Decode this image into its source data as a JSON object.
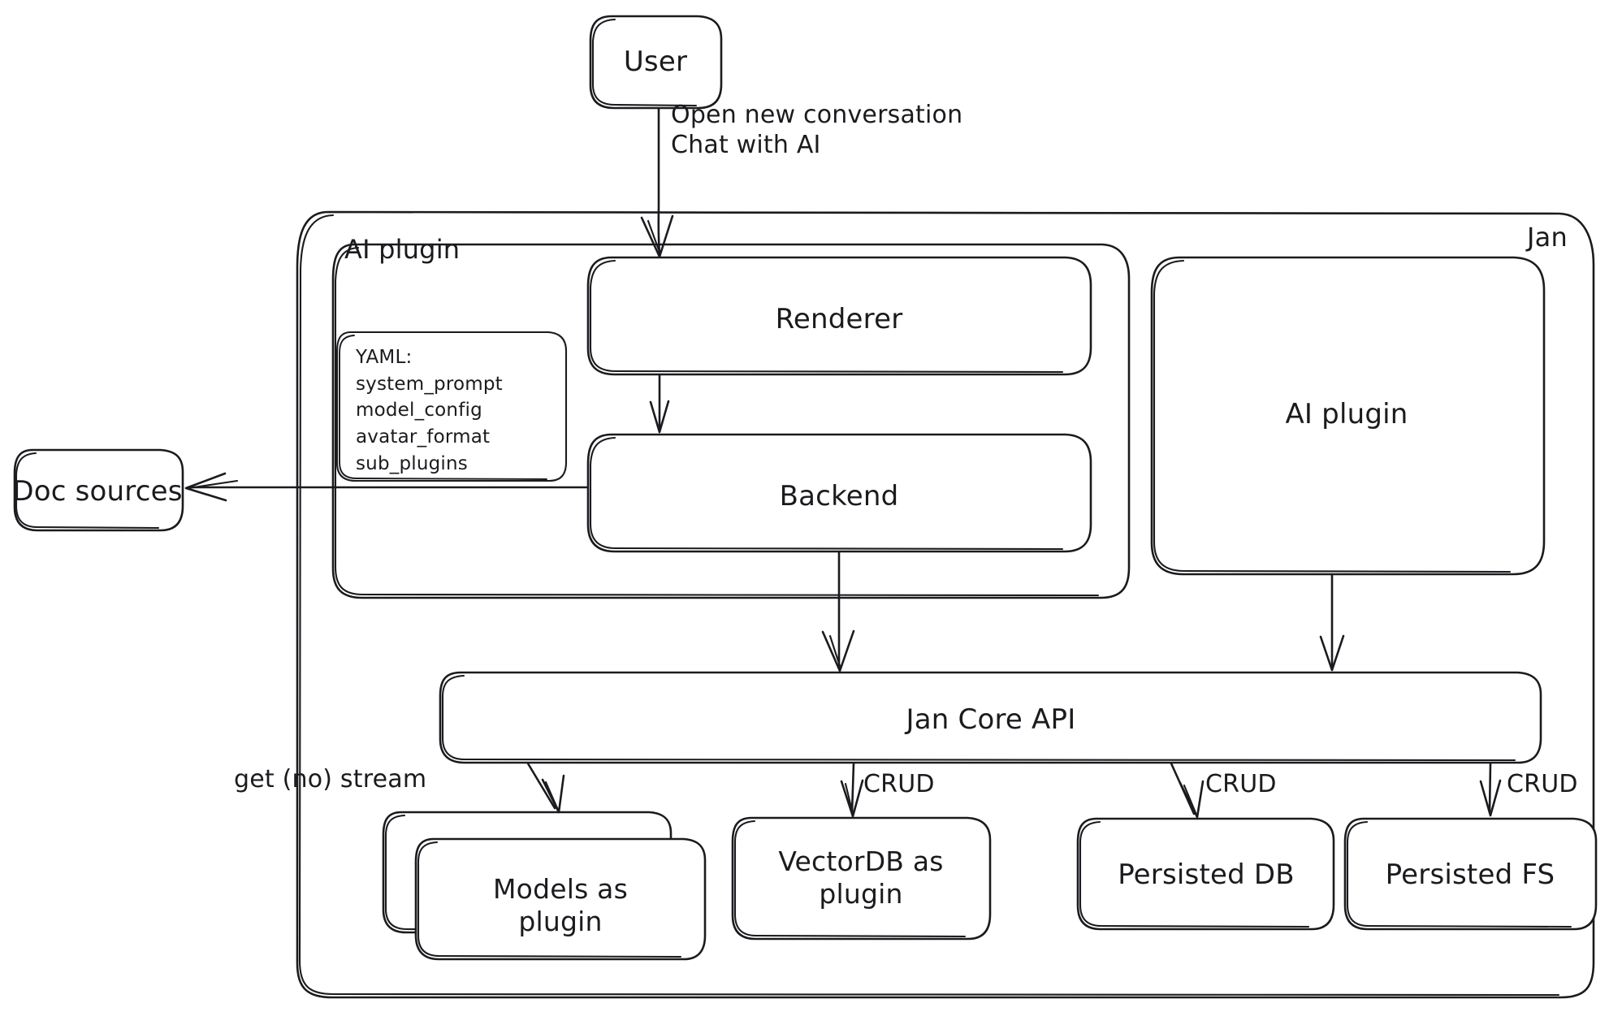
{
  "diagram": {
    "title": "Jan architecture diagram",
    "style": "hand-drawn",
    "stroke_color": "#1b1b1f",
    "background_color": "#ffffff"
  },
  "nodes": {
    "user": {
      "label": "User"
    },
    "jan_container": {
      "label": "Jan"
    },
    "ai_plugin_container": {
      "label": "AI plugin"
    },
    "yaml_box": {
      "title": "YAML:",
      "items": [
        "system_prompt",
        "model_config",
        "avatar_format",
        "sub_plugins"
      ],
      "text": "YAML:\nsystem_prompt\nmodel_config\navatar_format\nsub_plugins"
    },
    "renderer": {
      "label": "Renderer"
    },
    "backend": {
      "label": "Backend"
    },
    "ai_plugin_node": {
      "label": "AI plugin"
    },
    "doc_sources": {
      "label": "Doc sources"
    },
    "jan_core_api": {
      "label": "Jan Core API"
    },
    "models_plugin": {
      "label": "Models as\nplugin"
    },
    "vectordb_plugin": {
      "label": "VectorDB as\nplugin"
    },
    "persisted_db": {
      "label": "Persisted DB"
    },
    "persisted_fs": {
      "label": "Persisted FS"
    }
  },
  "edges": [
    {
      "from": "user",
      "to": "renderer",
      "label": "Open new conversation\nChat with AI"
    },
    {
      "from": "renderer",
      "to": "backend",
      "label": ""
    },
    {
      "from": "backend",
      "to": "doc_sources",
      "label": ""
    },
    {
      "from": "backend",
      "to": "jan_core_api",
      "label": ""
    },
    {
      "from": "ai_plugin_node",
      "to": "jan_core_api",
      "label": ""
    },
    {
      "from": "jan_core_api",
      "to": "models_plugin",
      "label": "get (no) stream"
    },
    {
      "from": "jan_core_api",
      "to": "vectordb_plugin",
      "label": "CRUD"
    },
    {
      "from": "jan_core_api",
      "to": "persisted_db",
      "label": "CRUD"
    },
    {
      "from": "jan_core_api",
      "to": "persisted_fs",
      "label": "CRUD"
    }
  ],
  "edge_labels": {
    "user_to_renderer": "Open new conversation\nChat with AI",
    "get_no_stream": "get (no) stream",
    "crud_vectordb": "CRUD",
    "crud_persisted_db": "CRUD",
    "crud_persisted_fs": "CRUD"
  }
}
